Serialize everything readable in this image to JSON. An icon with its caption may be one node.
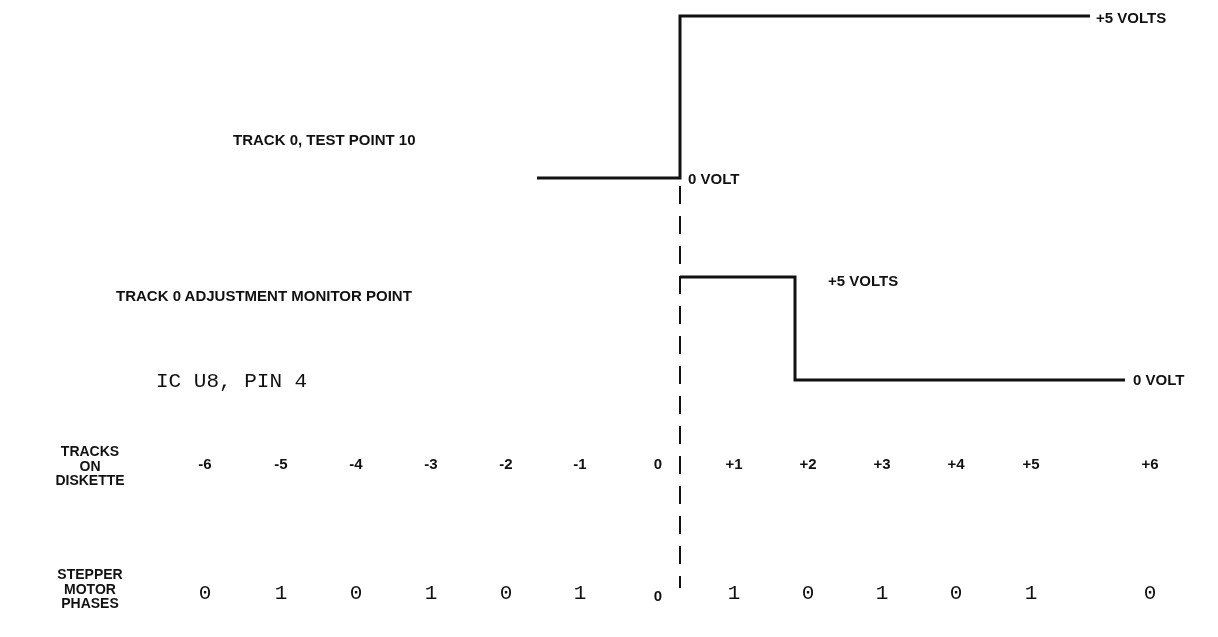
{
  "diagram": {
    "labels": [
      "+5 VOLTS",
      "TRACK 0, TEST POINT 10",
      "0 VOLT",
      "+5 VOLTS",
      "TRACK 0 ADJUSTMENT MONITOR POINT",
      "0 VOLT",
      "IC U8, PIN 4",
      "TRACKS ON DISKETTE",
      "-6",
      "-5",
      "-4",
      "-3",
      "-2",
      "-1",
      "0",
      "+1",
      "+2",
      "+3",
      "+4",
      "+5",
      "+6",
      "STEPPER MOTOR PHASES",
      "0",
      "1",
      "0",
      "1",
      "0",
      "1",
      "0",
      "1",
      "0",
      "1",
      "0",
      "1",
      "0"
    ]
  }
}
